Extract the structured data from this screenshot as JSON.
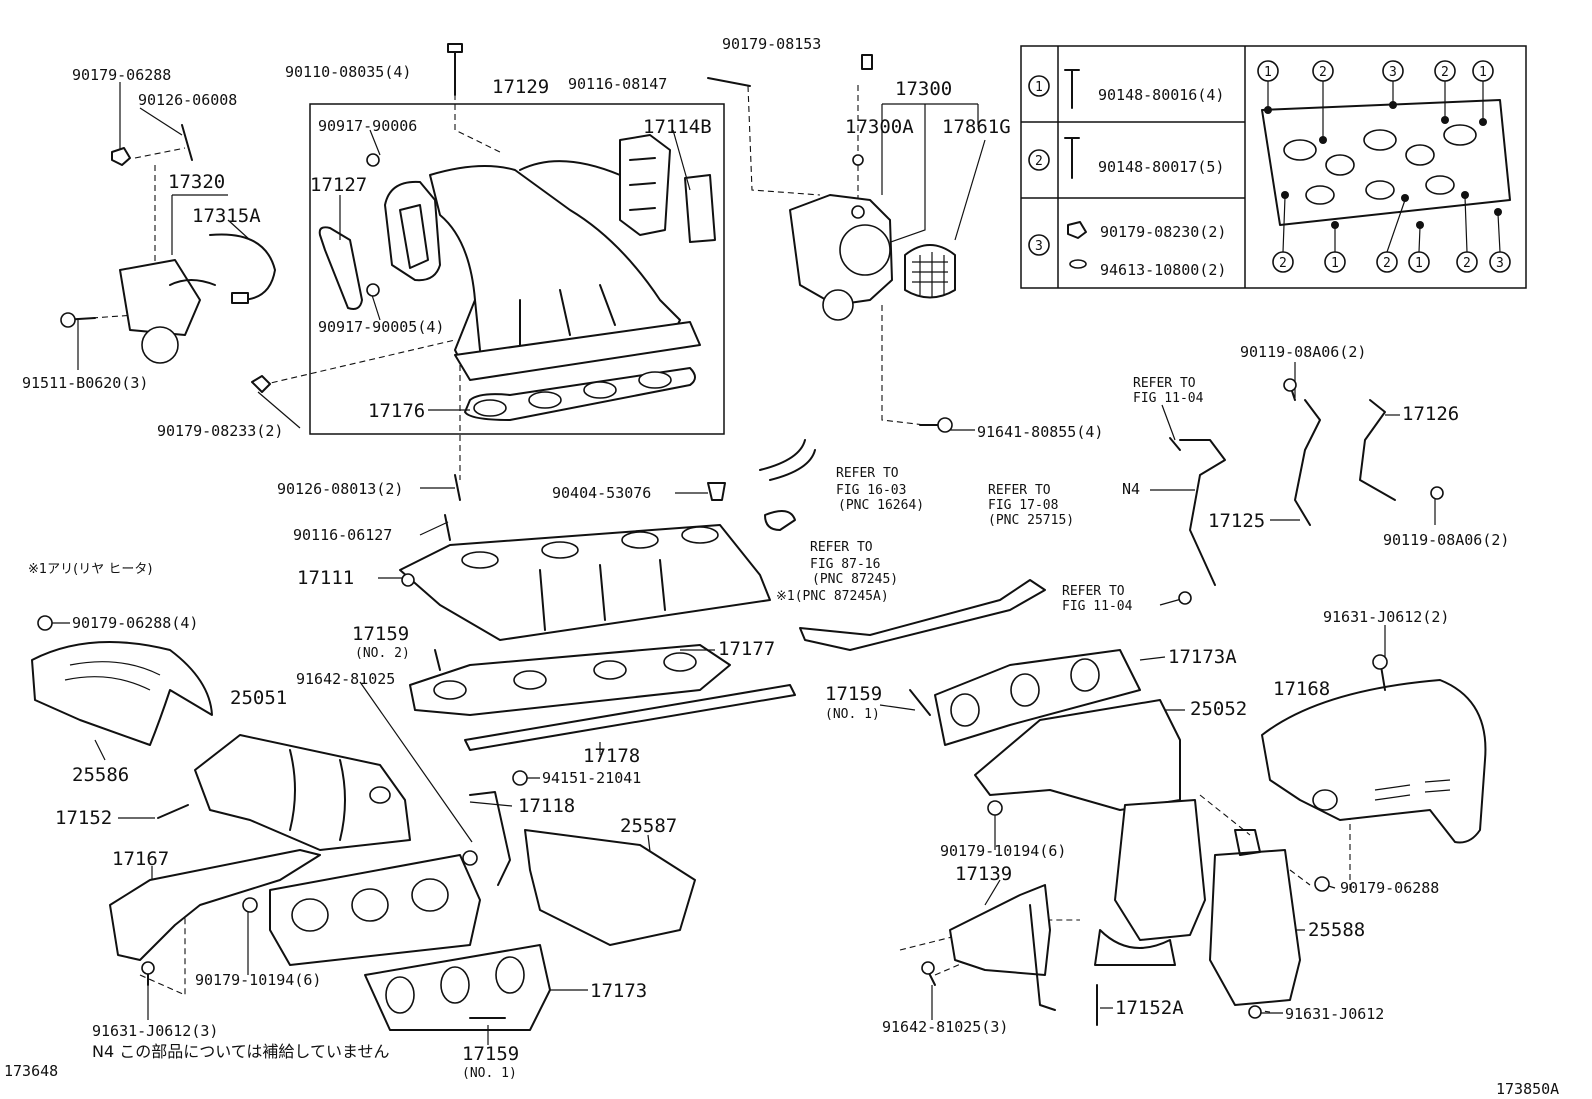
{
  "labels": {
    "p17129": "17129",
    "p90110_08035": "90110-08035(4)",
    "p90116_08147": "90116-08147",
    "p90179_08153": "90179-08153",
    "p17300": "17300",
    "p17300A": "17300A",
    "p17861G": "17861G",
    "p90179_06288_a": "90179-06288",
    "p90126_06008": "90126-06008",
    "p17320": "17320",
    "p17315A": "17315A",
    "p91511_B0620": "91511-B0620(3)",
    "p90917_90006": "90917-90006",
    "p17114B": "17114B",
    "p17127": "17127",
    "p90917_90005": "90917-90005(4)",
    "p17176": "17176",
    "p90179_08233": "90179-08233(2)",
    "p91641_80855": "91641-80855(4)",
    "p90119_08A06_a": "90119-08A06(2)",
    "p90119_08A06_b": "90119-08A06(2)",
    "refer_11_04_a_1": "REFER TO",
    "refer_11_04_a_2": "FIG 11-04",
    "refer_11_04_b_1": "REFER TO",
    "refer_11_04_b_2": "FIG 11-04",
    "p17126": "17126",
    "n4": "N4",
    "p17125": "17125",
    "p90126_08013": "90126-08013(2)",
    "p90404_53076": "90404-53076",
    "refer_16_03_1": "REFER TO",
    "refer_16_03_2": "FIG 16-03",
    "refer_16_03_3": "(PNC 16264)",
    "refer_17_08_1": "REFER TO",
    "refer_17_08_2": "FIG 17-08",
    "refer_17_08_3": "(PNC 25715)",
    "p90116_06127": "90116-06127",
    "refer_87_16_1": "REFER TO",
    "refer_87_16_2": "FIG 87-16",
    "refer_87_16_3": "(PNC 87245)",
    "refer_87_16_4": "※1(PNC 87245A)",
    "note_rear_heater": "※1アリ(リヤ ヒータ)",
    "p17111": "17111",
    "p90179_06288_4": "90179-06288(4)",
    "p17159_no2": "17159",
    "p17159_no2_sub": "(NO. 2)",
    "p17177": "17177",
    "p91642_81025_a": "91642-81025",
    "p25051": "25051",
    "p17159_no1_a": "17159",
    "p17159_no1_a_sub": "(NO. 1)",
    "p17173A": "17173A",
    "p25052": "25052",
    "p17168": "17168",
    "p91631_J0612_2": "91631-J0612(2)",
    "p25586": "25586",
    "p17178": "17178",
    "p94151_21041": "94151-21041",
    "p17152": "17152",
    "p17118": "17118",
    "p25587": "25587",
    "p17167": "17167",
    "p90179_10194_a": "90179-10194(6)",
    "p90179_10194_b": "90179-10194(6)",
    "p17139": "17139",
    "p90179_06288_b": "90179-06288",
    "p25588": "25588",
    "p17173": "17173",
    "p91631_J0612_3": "91631-J0612(3)",
    "p17152A": "17152A",
    "p91642_81025_3": "91642-81025(3)",
    "p91631_J0612_c": "91631-J0612",
    "n4_note": "N4 この部品については補給していません",
    "p17159_no1_b": "17159",
    "p17159_no1_b_sub": "(NO. 1)",
    "fig_173648": "173648",
    "fig_173850A": "173850A"
  },
  "bolt_table": {
    "rows": [
      {
        "key": "1",
        "part": "90148-80016(4)"
      },
      {
        "key": "2",
        "part": "90148-80017(5)"
      },
      {
        "key": "3",
        "part_a": "90179-08230(2)",
        "part_b": "94613-10800(2)"
      }
    ],
    "pattern_top": [
      "1",
      "2",
      "3",
      "2",
      "1"
    ],
    "pattern_bottom": [
      "2",
      "1",
      "2",
      "1",
      "2",
      "3"
    ]
  }
}
